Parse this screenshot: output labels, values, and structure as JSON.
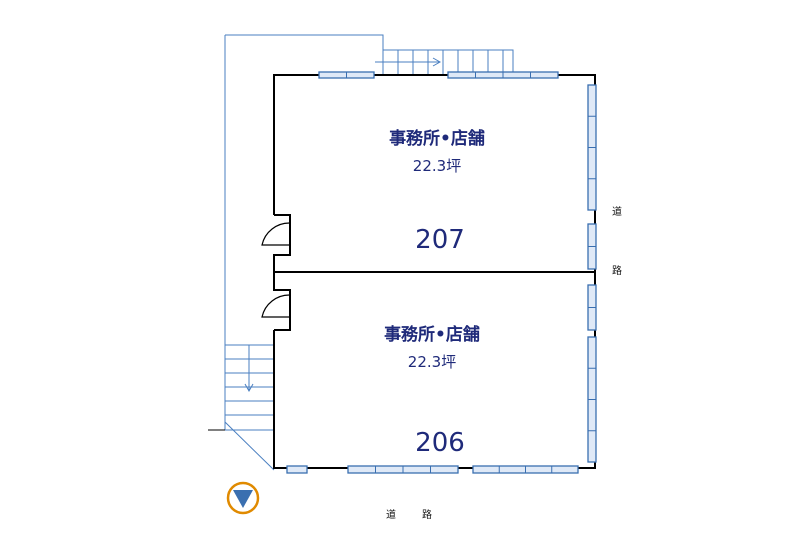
{
  "colors": {
    "wall": "#000000",
    "window": "#3a6fb0",
    "window_fill": "#dfe9f7",
    "stair": "#4a7fc0",
    "compass_fill": "#3a6fb0",
    "compass_ring": "#e08a00",
    "text": "#1f2a7a"
  },
  "units": [
    {
      "number": "207",
      "use": "事務所•店舗",
      "area": "22.3坪"
    },
    {
      "number": "206",
      "use": "事務所•店舗",
      "area": "22.3坪"
    }
  ],
  "roads": {
    "east": {
      "char1": "道",
      "char2": "路"
    },
    "south": {
      "char1": "道",
      "char2": "路"
    }
  },
  "compass_icon": "north-arrow-icon"
}
